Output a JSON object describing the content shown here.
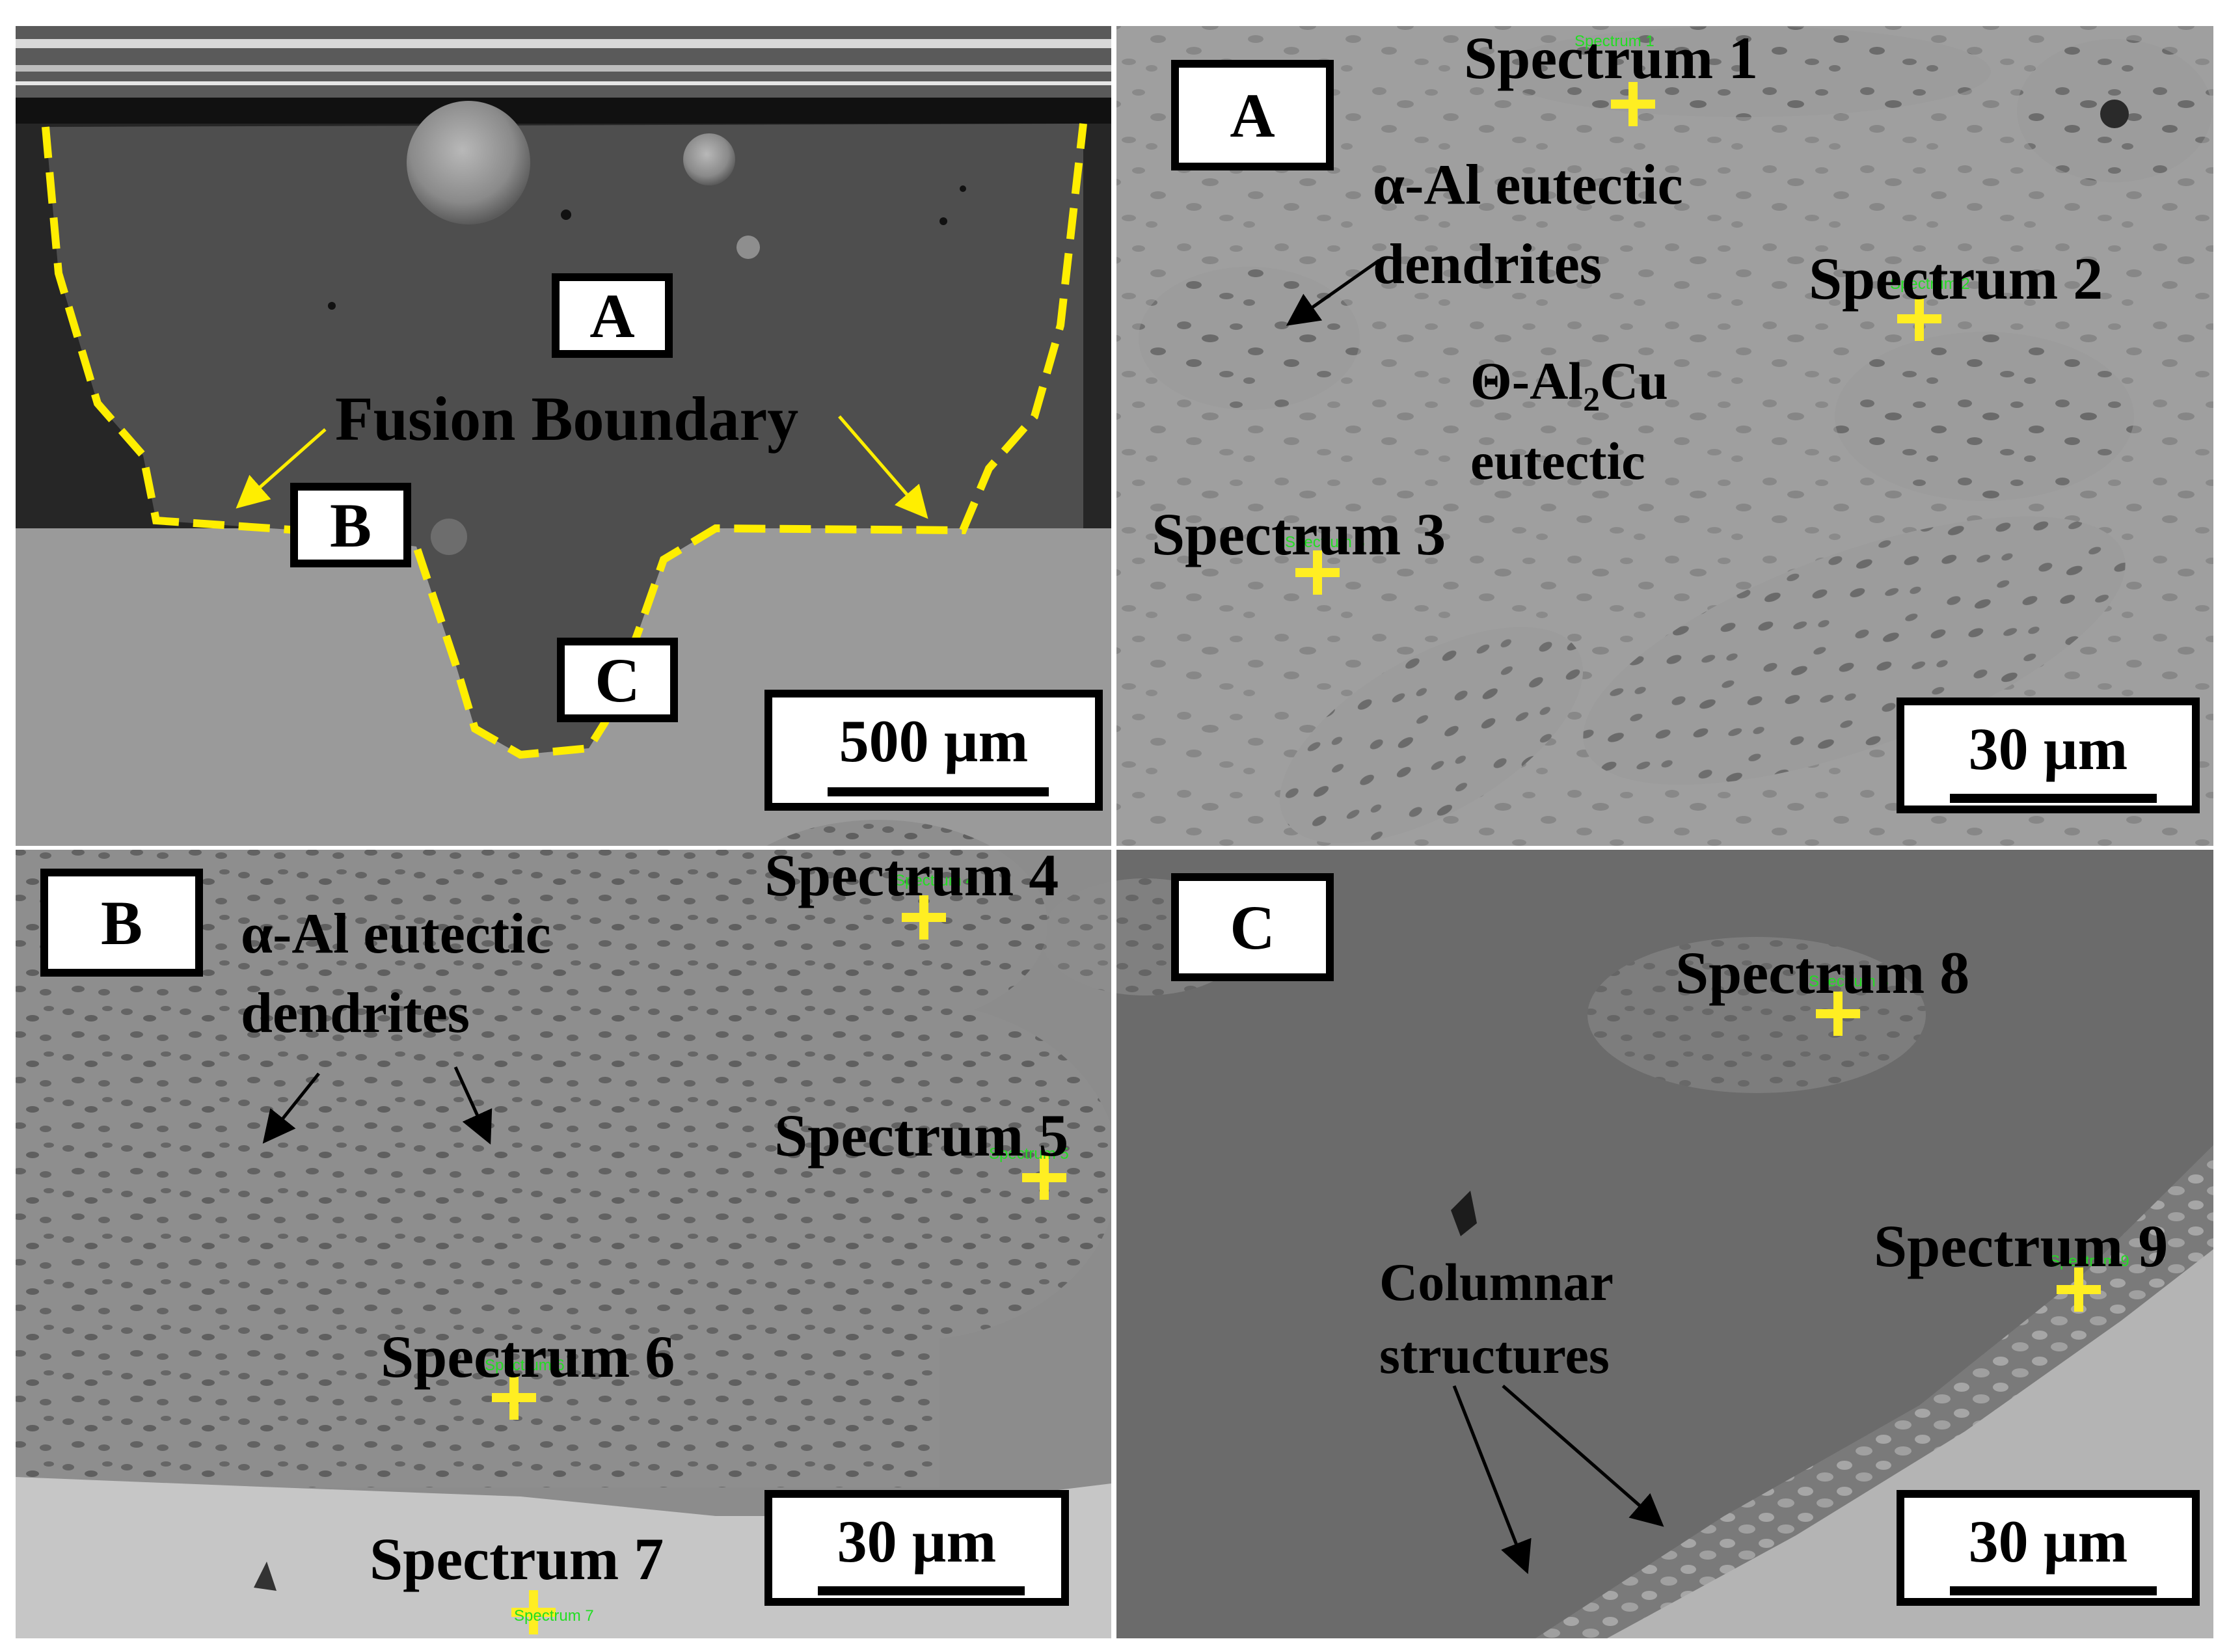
{
  "panels": {
    "A": {
      "label": "A"
    },
    "B": {
      "label": "B"
    },
    "C": {
      "label": "C"
    }
  },
  "overview": {
    "region_a": "A",
    "region_b": "B",
    "region_c": "C",
    "fusion_boundary": "Fusion Boundary",
    "scale": "500 µm",
    "boundary_color": "#ffee00"
  },
  "panel_a": {
    "spectrum_1": "Spectrum 1",
    "spectrum_2": "Spectrum 2",
    "spectrum_3": "Spectrum 3",
    "alpha_line1": "α-Al eutectic",
    "alpha_line2": "dendrites",
    "theta_main": "Θ-Al",
    "theta_sub": "2",
    "theta_tail": "Cu",
    "theta_line2": "eutectic",
    "scale": "30 µm"
  },
  "panel_b": {
    "spectrum_4": "Spectrum 4",
    "spectrum_5": "Spectrum 5",
    "spectrum_6": "Spectrum 6",
    "spectrum_7": "Spectrum 7",
    "alpha_line1": "α-Al eutectic",
    "alpha_line2": "dendrites",
    "scale": "30 µm"
  },
  "panel_c": {
    "spectrum_8": "Spectrum 8",
    "spectrum_9": "Spectrum 9",
    "columnar_line1": "Columnar",
    "columnar_line2": "structures",
    "scale": "30 µm"
  },
  "marker_color": "#ffee22",
  "small_labels": {
    "s1": "Spectrum 1",
    "s2": "Spectrum 2",
    "s3": "Spectrum 3",
    "s4": "Spectrum 4",
    "s5": "Spectrum 5",
    "s6": "Spectrum 6",
    "s7": "Spectrum 7",
    "s8": "Spectrum 8",
    "s9": "Spectrum 9"
  }
}
